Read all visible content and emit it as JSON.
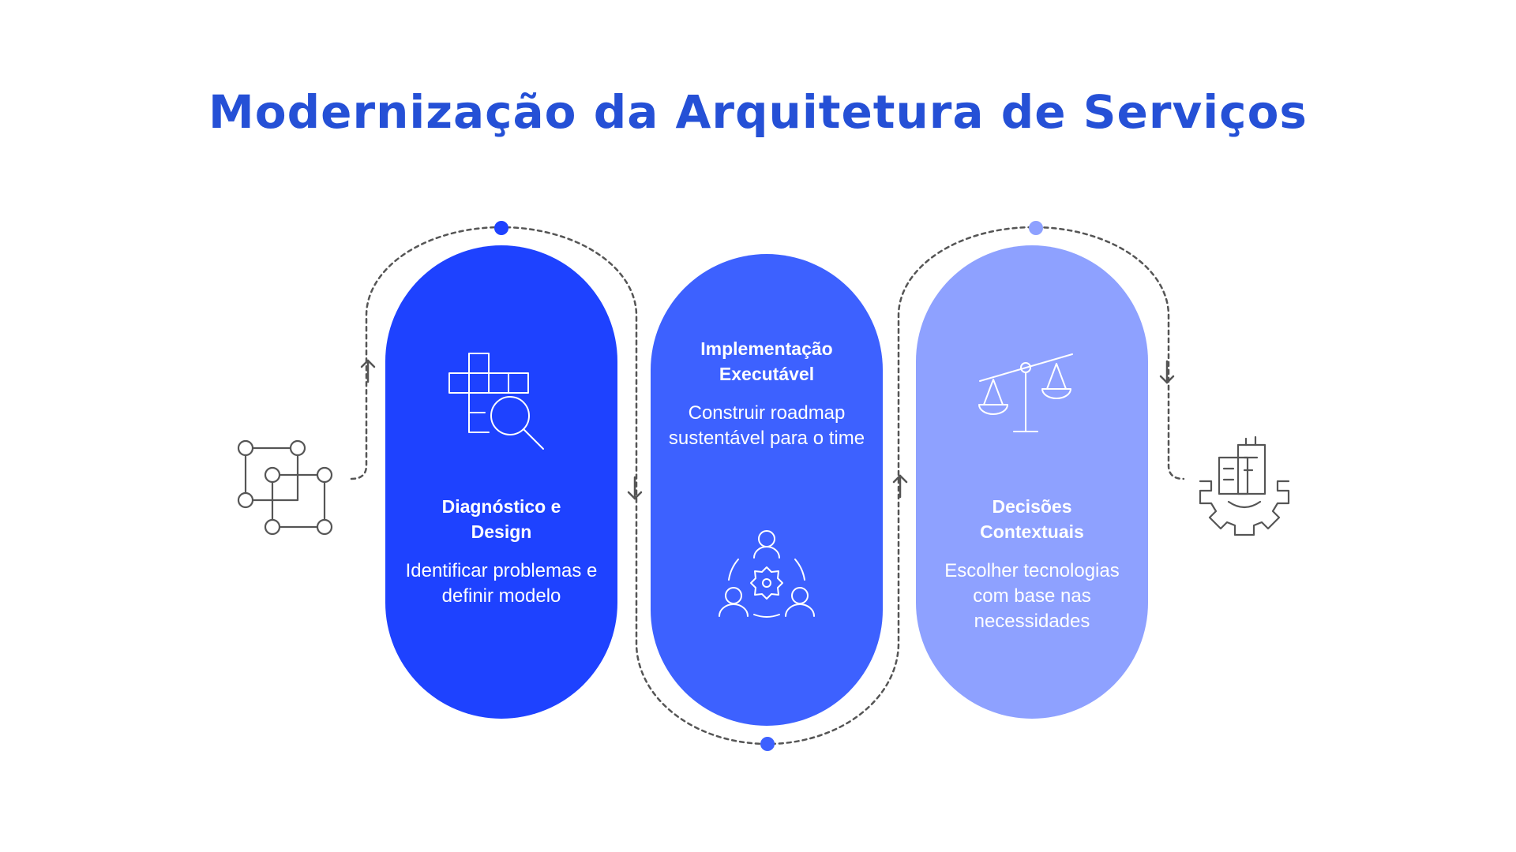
{
  "title": "Modernização da Arquitetura de Serviços",
  "colors": {
    "title": "#2550d6",
    "step_1": "#1e42ff",
    "step_2": "#3d61ff",
    "step_3": "#8ea1ff",
    "connector": "#555555"
  },
  "steps": [
    {
      "title": "Diagnóstico e Design",
      "description": "Identificar problemas e definir modelo",
      "icon": "crossword-search-icon"
    },
    {
      "title": "Implementação Executável",
      "description": "Construir roadmap sustentável para o time",
      "icon": "team-gear-icon"
    },
    {
      "title": "Decisões Contextuais",
      "description": "Escolher tecnologias com base nas necessidades",
      "icon": "balance-scale-icon"
    }
  ],
  "start_icon": "connected-squares-icon",
  "end_icon": "gear-building-icon"
}
